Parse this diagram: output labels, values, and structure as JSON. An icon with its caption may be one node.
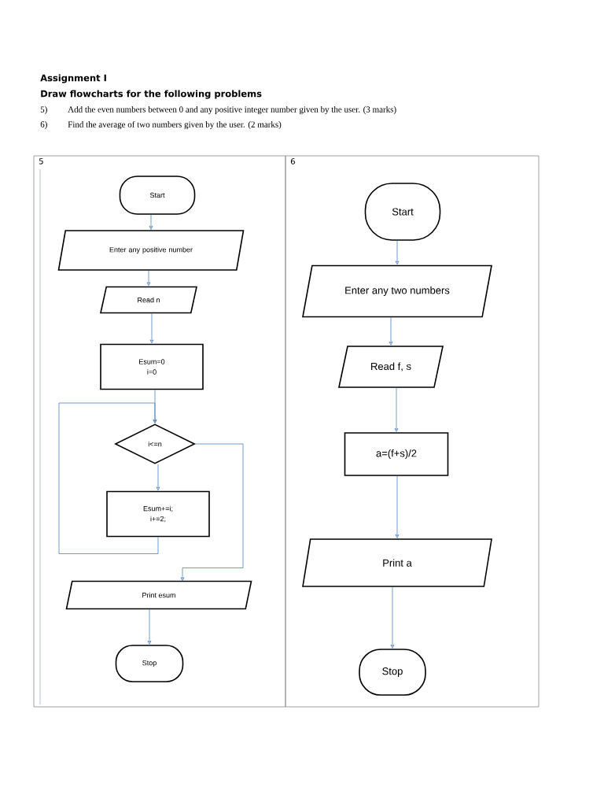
{
  "diagram": {
    "title": "Assignment I",
    "nodes": [
      {
        "text": [
          "5"
        ]
      },
      {
        "text": [
          "Start"
        ],
        "in": 0
      },
      {
        "text": [
          "Enter any positive number"
        ],
        "in": 0
      },
      {
        "text": [
          "Read n"
        ],
        "in": 0
      },
      {
        "text": [
          "Esum=0 i=0"
        ],
        "in": 0
      },
      {
        "text": [
          "i<=n"
        ],
        "in": 0
      },
      {
        "text": [
          "Esum+=i; i+=2;"
        ],
        "in": 0
      },
      {
        "text": [
          "Print esum"
        ],
        "in": 0
      },
      {
        "text": [
          "Stop"
        ],
        "in": 0
      },
      {
        "text": [
          "6"
        ]
      },
      {
        "text": [
          "Start"
        ],
        "in": 9
      },
      {
        "text": [
          "Enter any two numbers"
        ],
        "in": 9
      },
      {
        "text": [
          "Read f, s"
        ],
        "in": 9
      },
      {
        "text": [
          "a=(f+s)/2"
        ],
        "in": 9
      },
      {
        "text": [
          "Print a"
        ],
        "in": 9
      },
      {
        "text": [
          "Stop"
        ],
        "in": 9
      }
    ],
    "edges": [
      {
        "from": 1,
        "to": 2,
        "arrow": "to"
      },
      {
        "from": 2,
        "to": 3,
        "arrow": "to"
      },
      {
        "from": 3,
        "to": 4,
        "arrow": "to"
      },
      {
        "from": 4,
        "to": 5,
        "arrow": "to"
      },
      {
        "from": 5,
        "to": 6,
        "arrow": "to"
      },
      {
        "from": 6,
        "to": 5,
        "arrow": "to"
      },
      {
        "from": 5,
        "to": 7,
        "arrow": "to"
      },
      {
        "from": 7,
        "to": 8,
        "arrow": "to"
      },
      {
        "from": 10,
        "to": 11,
        "arrow": "to"
      },
      {
        "from": 11,
        "to": 12,
        "arrow": "to"
      },
      {
        "from": 12,
        "to": 13,
        "arrow": "to"
      },
      {
        "from": 13,
        "to": 14,
        "arrow": "to"
      },
      {
        "from": 14,
        "to": 15,
        "arrow": "to"
      }
    ],
    "labels": [
      "Draw flowcharts for the following problems",
      "5)",
      "Add the even numbers between 0 and any positive integer number given by the user. (3 marks)",
      "6)",
      "Find the average of two numbers given by the user. (2 marks)"
    ]
  }
}
